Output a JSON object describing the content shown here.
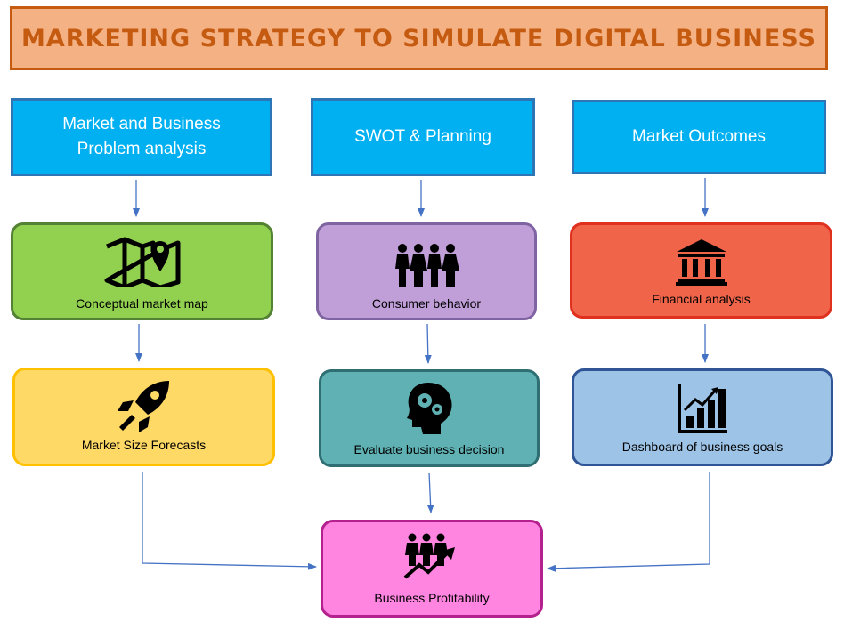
{
  "title": "MARKETING STRATEGY TO SIMULATE DIGITAL BUSINESS",
  "headers": [
    {
      "line1": "Market and Business",
      "line2": "Problem analysis"
    },
    {
      "line1": "SWOT & Planning",
      "line2": ""
    },
    {
      "line1": "Market Outcomes",
      "line2": ""
    }
  ],
  "nodes": {
    "market_map": {
      "label": "Conceptual market map",
      "icon": "map-pin-icon",
      "fill": "#92d050",
      "border": "#548235"
    },
    "consumer_behavior": {
      "label": "Consumer behavior",
      "icon": "people-group-icon",
      "fill": "#c09fd9",
      "border": "#8064a2"
    },
    "financial_analysis": {
      "label": "Financial analysis",
      "icon": "bank-icon",
      "fill": "#f0654a",
      "border": "#e0301e"
    },
    "market_size": {
      "label": "Market Size Forecasts",
      "icon": "rocket-icon",
      "fill": "#ffd966",
      "border": "#ffc000"
    },
    "evaluate_decision": {
      "label": "Evaluate business decision",
      "icon": "head-gears-icon",
      "fill": "#5fb1b3",
      "border": "#2f6f73"
    },
    "dashboard": {
      "label": "Dashboard of business goals",
      "icon": "bar-chart-icon",
      "fill": "#9dc3e6",
      "border": "#2f5597"
    },
    "profitability": {
      "label": "Business Profitability",
      "icon": "team-growth-icon",
      "fill": "#ff85e0",
      "border": "#b4208e"
    }
  },
  "colors": {
    "arrow": "#4472c4",
    "title_fill": "#f4b183",
    "title_text": "#c55a11",
    "header_fill": "#00b0f0"
  }
}
